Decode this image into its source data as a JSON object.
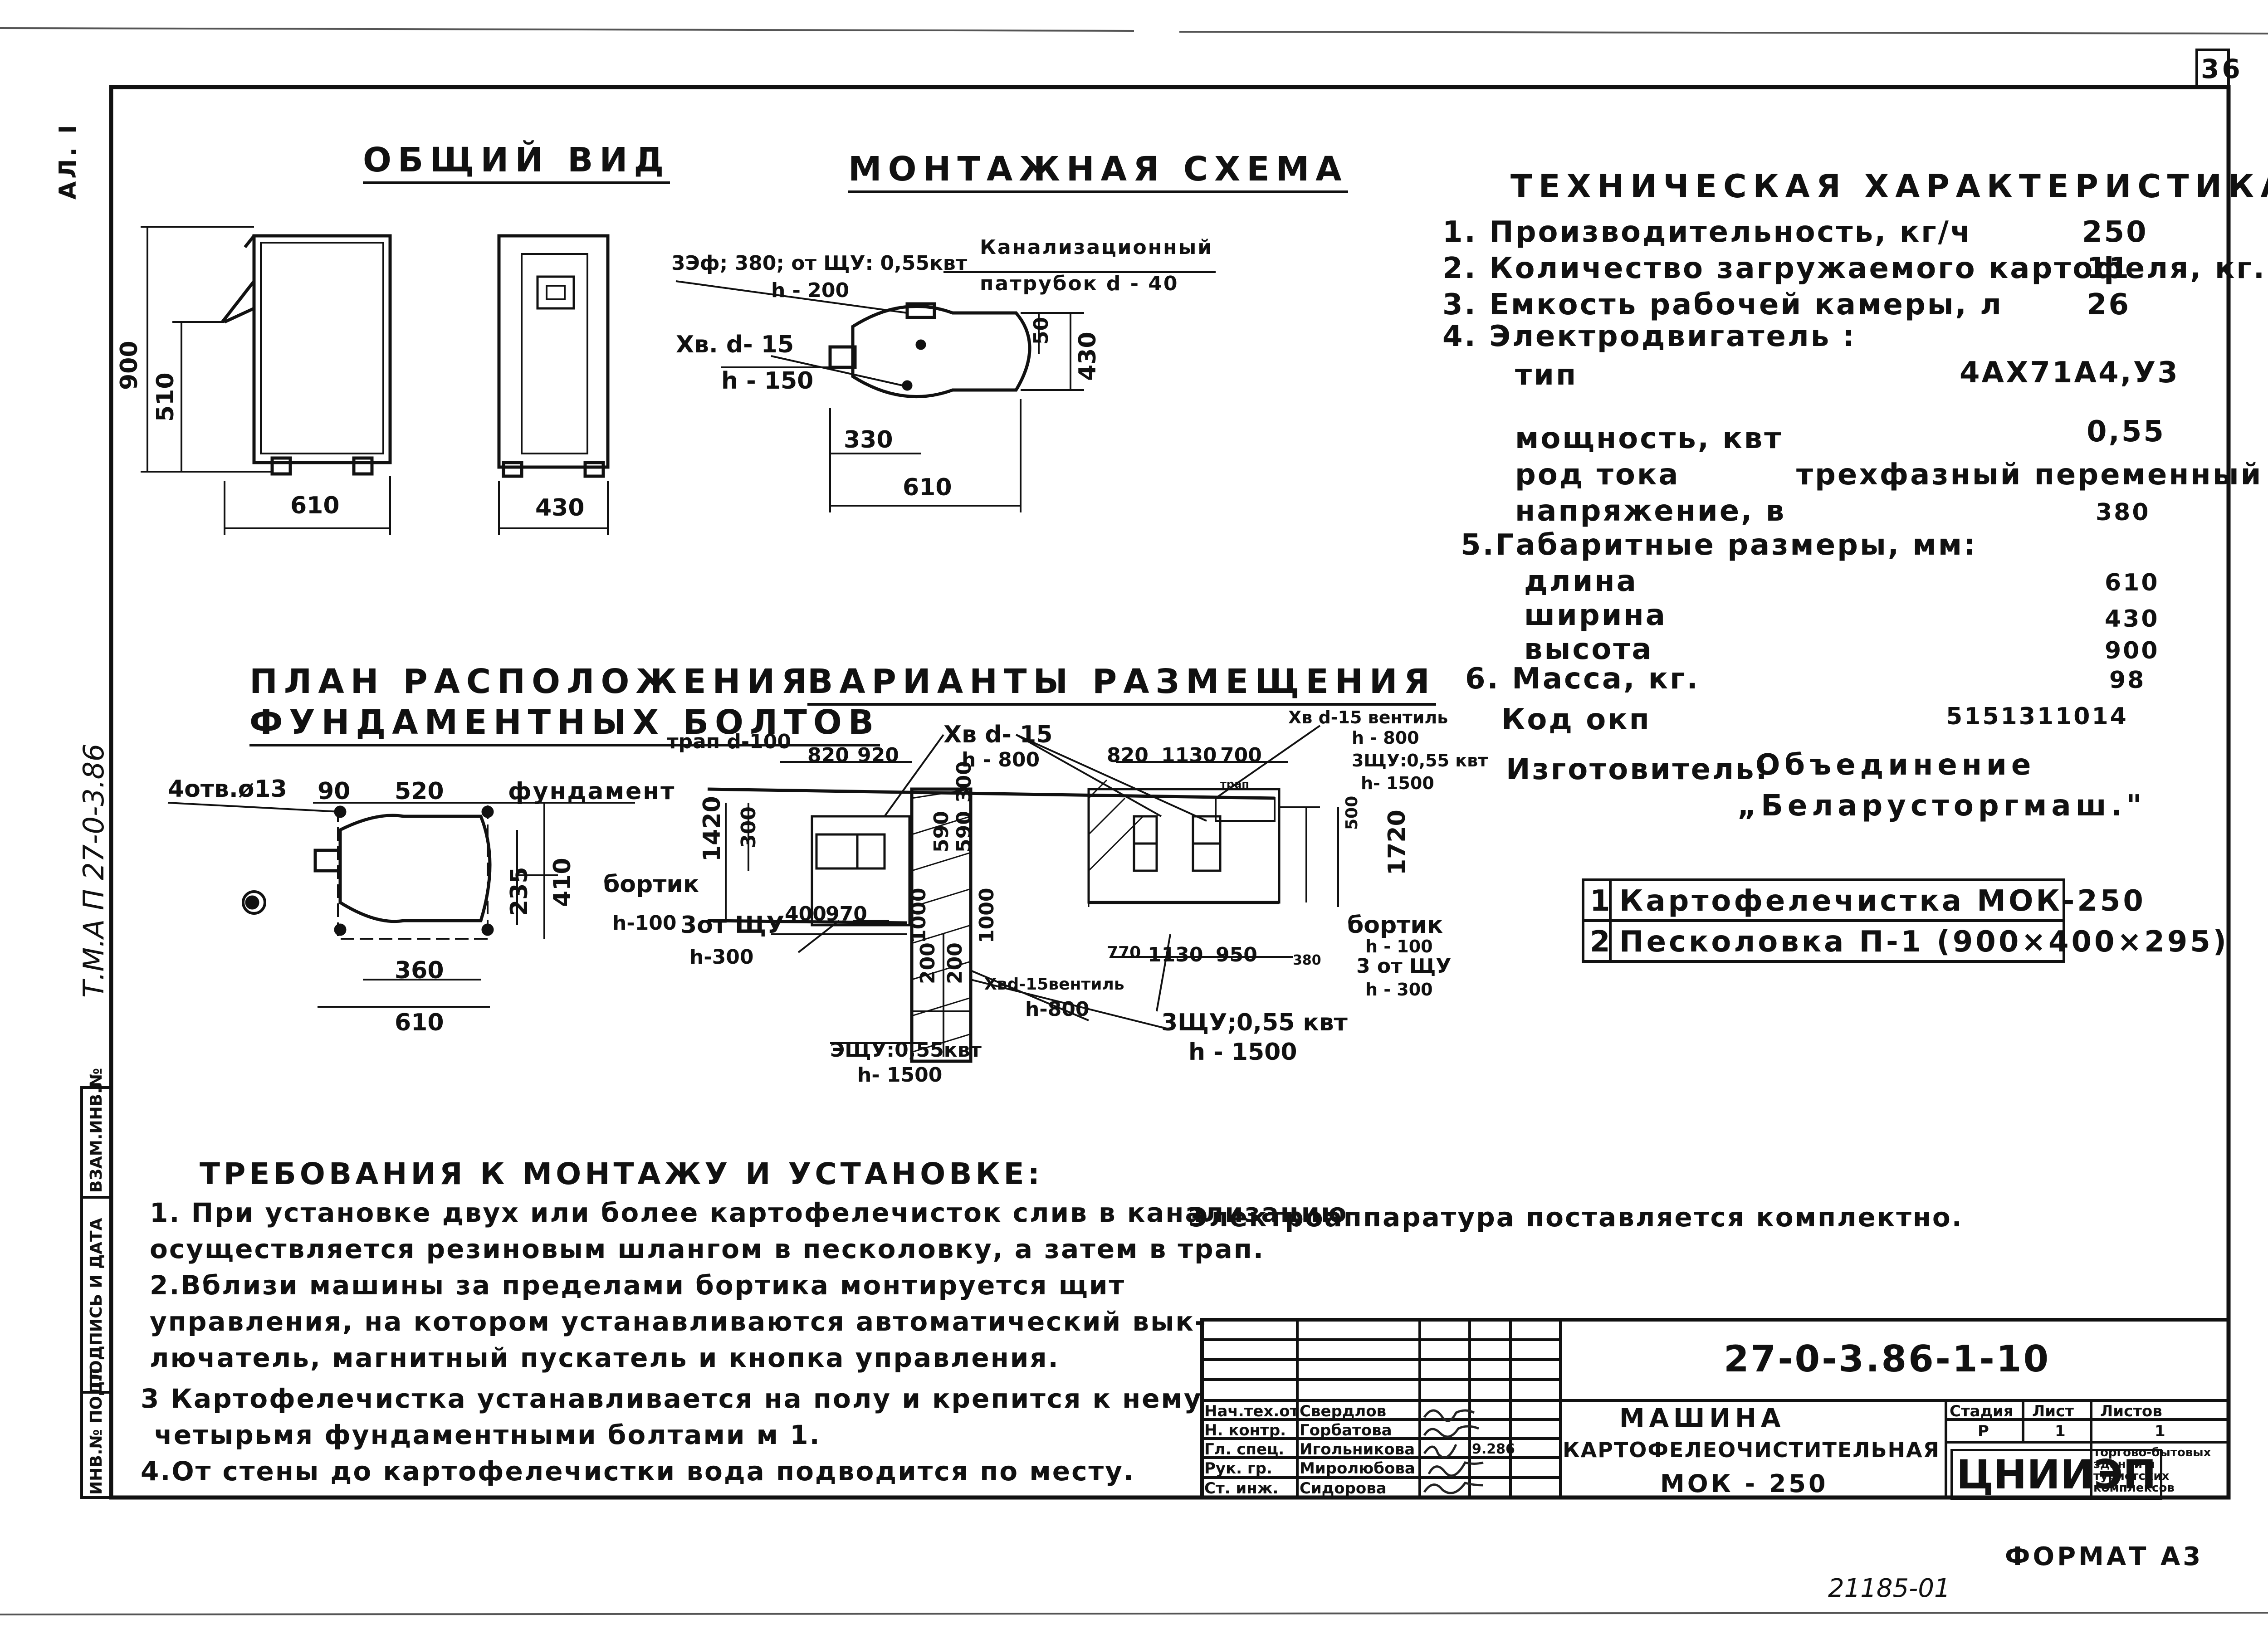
{
  "sheet": {
    "page_number": "36",
    "side_code": "АЛ. I",
    "series_vertical": "Т.М.А П 27-0-3.86",
    "format": "ФОРМАТ А3",
    "archive_number": "21185-01"
  },
  "views": {
    "general_title": "ОБЩИЙ ВИД",
    "general_dims": {
      "d900": "900",
      "d510": "510",
      "d610": "610",
      "d430": "430"
    },
    "mount_title": "МОНТАЖНАЯ СХЕМА",
    "mount_labels": {
      "power": "3Эф; 380; от ЩУ: 0,55квт",
      "power_h": "h - 200",
      "drain": "Канализационный",
      "drain2": "патрубок d - 40",
      "water": "Хв. d- 15",
      "water_h": "h - 150",
      "d50": "50",
      "d430": "430",
      "d330": "330",
      "d610": "610"
    },
    "bolts_title1": "ПЛАН РАСПОЛОЖЕНИЯ",
    "bolts_title2": "ФУНДАМЕНТНЫХ БОЛТОВ",
    "bolts_labels": {
      "holes": "4отв.ø13",
      "d90": "90",
      "d520": "520",
      "foundation": "фундамент",
      "d235": "235",
      "d410": "410",
      "d360": "360",
      "d610": "610"
    },
    "variants_title": "ВАРИАНТЫ РАЗМЕЩЕНИЯ",
    "variants_labels": {
      "trap": "трап d-100",
      "d820a": "820",
      "d920": "920",
      "water": "Хв d- 15",
      "water_h": "h - 800",
      "d1420": "1420",
      "d300": "300",
      "d590a": "590",
      "d1000a": "1000",
      "d300b": "300",
      "d590b": "590",
      "d1000b": "1000",
      "d200a": "200",
      "d200b": "200",
      "border": "бортик",
      "border_h": "h-100",
      "from_shu": "3от ЩУ",
      "from_shu_h": "h-300",
      "d400": "400",
      "d970": "970",
      "water_valve": "Хвd-15вентиль",
      "water_valve_h": "h-800",
      "shu_bottom": "ЭЩУ:0,55квт",
      "shu_bottom_h": "h- 1500",
      "d820b": "820",
      "d1130": "1130",
      "d700": "700",
      "trap2": "трап",
      "water_valve2": "Хв d-15 вентиль",
      "water_valve2_h": "h - 800",
      "shu_right": "3ЩУ:0,55 квт",
      "shu_right_h": "h- 1500",
      "d500": "500",
      "d1720": "1720",
      "border2": "бортик",
      "border2_h": "h - 100",
      "from_shu2": "3 от ЩУ",
      "from_shu2_h": "h - 300",
      "d770": "770",
      "d1130b": "1130",
      "d950": "950",
      "d380": "380",
      "shu_mid": "3ЩУ;0,55 квт",
      "shu_mid_h": "h - 1500"
    }
  },
  "specs": {
    "title": "ТЕХНИЧЕСКАЯ ХАРАКТЕРИСТИКА",
    "rows": [
      {
        "label": "1. Производительность, кг/ч",
        "value": "250"
      },
      {
        "label": "2. Количество загружаемого картофеля, кг.",
        "value": "11"
      },
      {
        "label": "3. Емкость рабочей камеры, л",
        "value": "26"
      },
      {
        "label": "4. Электродвигатель :",
        "value": ""
      },
      {
        "label": "тип",
        "value": "4АХ71А4,У3"
      },
      {
        "label": "мощность, квт",
        "value": "0,55"
      },
      {
        "label": "род тока",
        "value": "трехфазный переменный"
      },
      {
        "label": "напряжение, в",
        "value": "380"
      },
      {
        "label": "5.Габаритные размеры, мм:",
        "value": ""
      },
      {
        "label": "длина",
        "value": "610"
      },
      {
        "label": "ширина",
        "value": "430"
      },
      {
        "label": "высота",
        "value": "900"
      },
      {
        "label": "6. Масса, кг.",
        "value": "98"
      },
      {
        "label": "Код окп",
        "value": "5151311014"
      }
    ],
    "maker_label": "Изготовитель:",
    "maker_line1": "Объединение",
    "maker_line2": "„Беларусторгмаш.\""
  },
  "parts": [
    {
      "no": "1",
      "name": "Картофелечистка МОК-250"
    },
    {
      "no": "2",
      "name": "Песколовка П-1 (900×400×295)"
    }
  ],
  "electro_note": "Электроаппаратура поставляется комплектно.",
  "requirements": {
    "title": "ТРЕБОВАНИЯ К МОНТАЖУ И УСТАНОВКЕ:",
    "lines": [
      "1. При установке двух или более картофелечисток слив в канализацию",
      "осуществляется резиновым шлангом в песколовку, а затем в трап.",
      "2.Вблизи машины за пределами бортика монтируется щит",
      "управления, на котором устанавливаются автоматический вык-",
      "лючатель, магнитный пускатель и кнопка управления.",
      "3 Картофелечистка устанавливается на полу и крепится к нему",
      "четырьмя фундаментными болтами м 1.",
      "4.От стены до картофелечистки вода подводится по месту."
    ]
  },
  "left_strip": {
    "c1": "ИНВ.№ ПОДЛ",
    "c2": "ПОДПИСЬ И ДАТА",
    "c3": "ВЗАМ.ИНВ.№"
  },
  "title_block": {
    "code": "27-0-3.86-1-10",
    "name1": "МАШИНА",
    "name2": "КАРТОФЕЛЕОЧИСТИТЕЛЬНАЯ",
    "name3": "МОК - 250",
    "stage_hdr": "Стадия",
    "sheet_hdr": "Лист",
    "sheets_hdr": "Листов",
    "stage": "Р",
    "sheet": "1",
    "sheets": "1",
    "org": "ЦНИИЭП",
    "org_desc": "торгово-бытовых зданий и туристских комплексов",
    "roles": [
      {
        "role": "Нач.тех.от",
        "name": "Свердлов"
      },
      {
        "role": "Н. контр.",
        "name": "Горбатова"
      },
      {
        "role": "Гл. спец.",
        "name": "Игольникова"
      },
      {
        "role": "Рук. гр.",
        "name": "Миролюбова"
      },
      {
        "role": "Ст. инж.",
        "name": "Сидорова"
      }
    ],
    "date_mark": "9.286"
  }
}
